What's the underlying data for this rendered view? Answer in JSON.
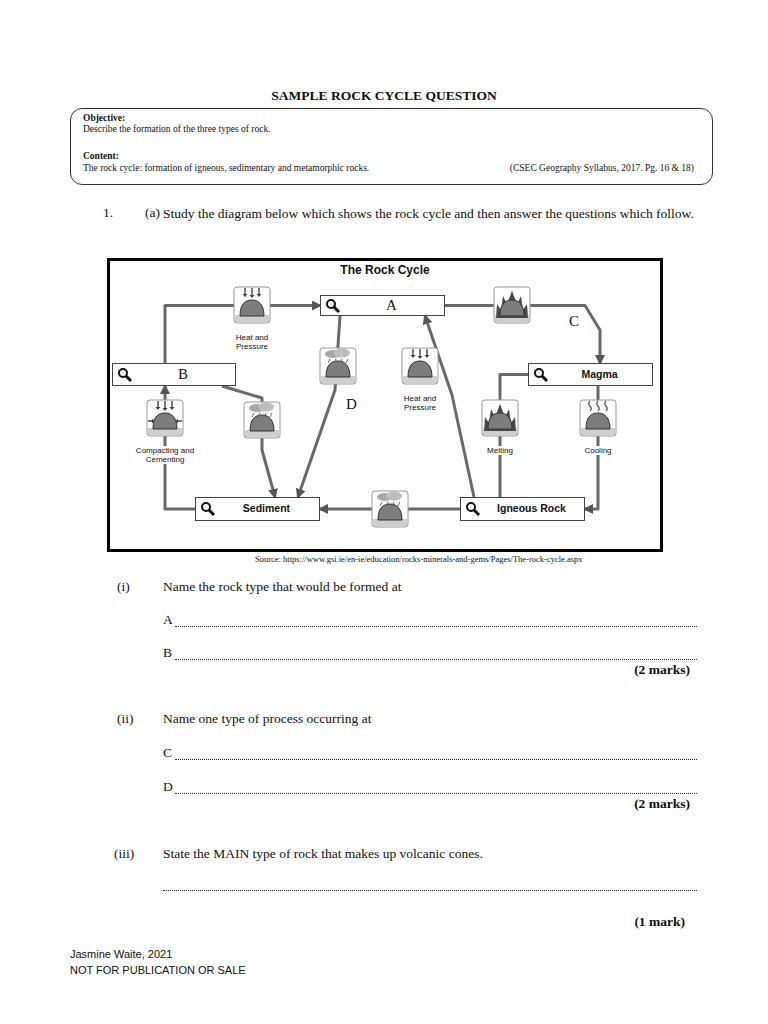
{
  "diagram": {
    "title": "SAMPLE ROCK CYCLE QUESTION",
    "nodes": [
      {
        "text": [
          "Objective:",
          "Describe the formation of the three types of rock.",
          "Content:",
          "The rock cycle: formation of igneous, sedimentary and metamorphic rocks.",
          "(CSEC Geography Syllabus, 2017. Pg. 16 & 18)"
        ]
      },
      {
        "text": [
          "The Rock Cycle"
        ]
      },
      {
        "text": [
          "A"
        ],
        "in": 1
      },
      {
        "text": [
          "B"
        ],
        "in": 1
      },
      {
        "text": [
          "Magma"
        ],
        "in": 1
      },
      {
        "text": [
          "Sediment"
        ],
        "in": 1
      },
      {
        "text": [
          "Igneous Rock"
        ],
        "in": 1
      }
    ],
    "edges": [
      {
        "from": 3,
        "to": 2,
        "arrow": "to"
      },
      {
        "from": 2,
        "to": 4,
        "arrow": "to"
      },
      {
        "from": 4,
        "to": 6,
        "arrow": "to"
      },
      {
        "from": 6,
        "to": 4,
        "arrow": "none"
      },
      {
        "from": 6,
        "to": 2,
        "arrow": "to"
      },
      {
        "from": 6,
        "to": 5,
        "arrow": "to"
      },
      {
        "from": 2,
        "to": 5,
        "arrow": "to"
      },
      {
        "from": 5,
        "to": 3,
        "arrow": "to"
      },
      {
        "from": 3,
        "to": 5,
        "arrow": "to"
      }
    ],
    "labels": [
      "1.",
      "(a)",
      "Study the diagram below which shows the rock cycle and then answer the questions which follow.",
      "Heat and Pressure",
      "C",
      "D",
      "Heat and Pressure",
      "Compacting and Cementing",
      "Melting",
      "Cooling",
      "Source: https://www.gsi.ie/en-ie/education/rocks-minerals-and-gems/Pages/The-rock-cycle.aspx",
      "(i)",
      "Name the rock type that would be formed at",
      "A",
      "B",
      "(2 marks)",
      "(ii)",
      "Name one type of process occurring at",
      "C",
      "D",
      "(2 marks)",
      "(iii)",
      "State the MAIN type of rock that makes up volcanic cones.",
      "(1 mark)",
      "Jasmine Waite, 2021",
      "NOT FOR PUBLICATION OR SALE"
    ]
  }
}
